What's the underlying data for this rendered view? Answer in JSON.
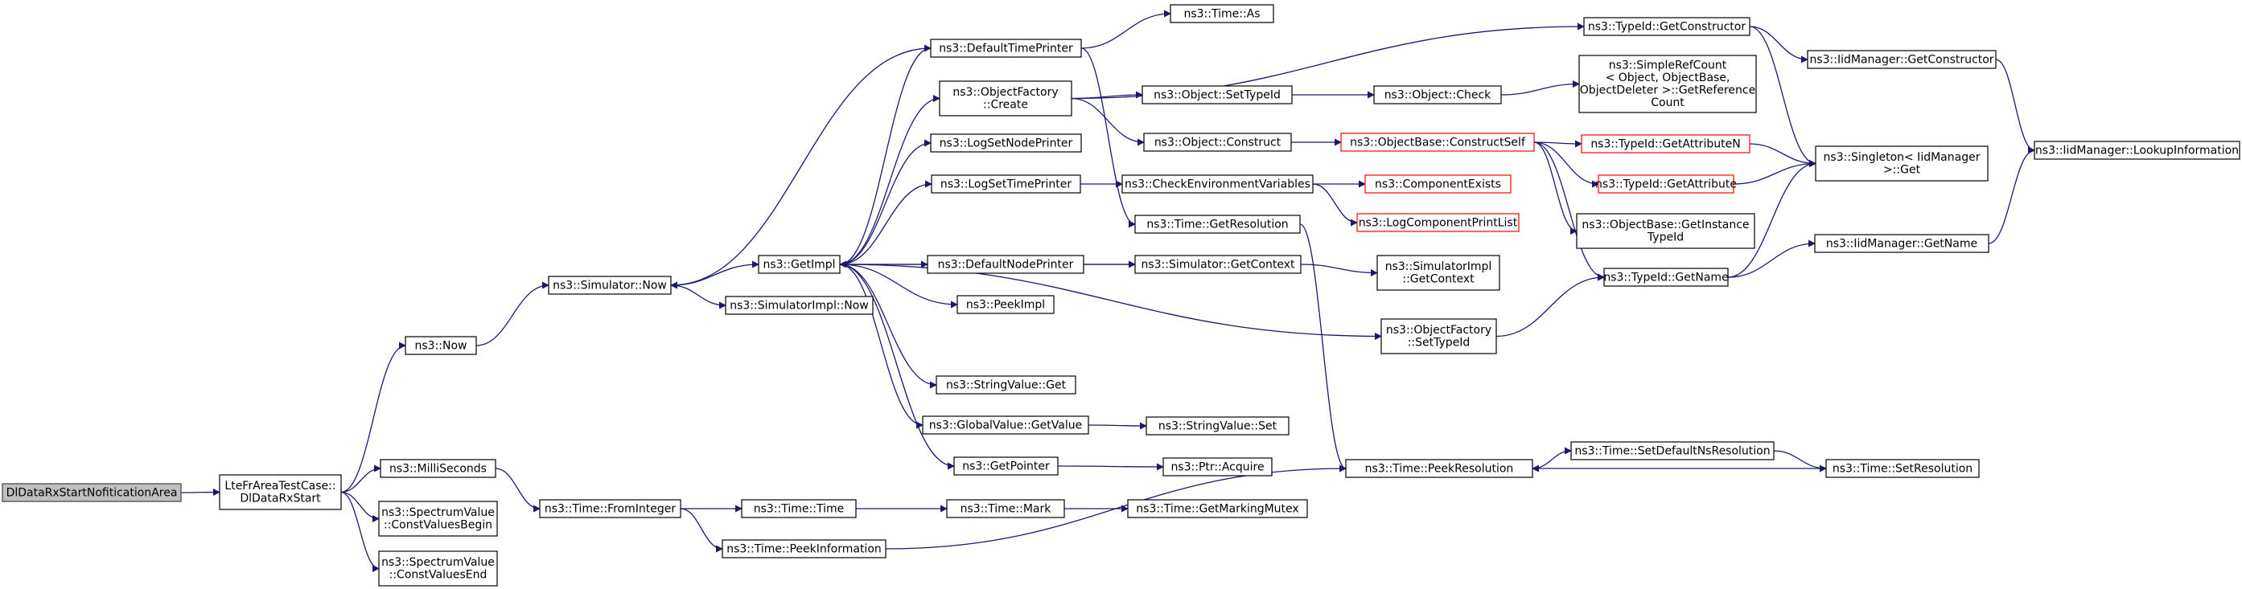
{
  "colors": {
    "edge": "#191970",
    "root_fill": "#bfbfbf",
    "red_border": "#ff0000"
  },
  "nodes": [
    {
      "id": "root",
      "lines": [
        "DlDataRxStartNofiticationArea"
      ]
    },
    {
      "id": "ltefr",
      "lines": [
        "LteFrAreaTestCase::",
        "DlDataRxStart"
      ]
    },
    {
      "id": "now",
      "lines": [
        "ns3::Now"
      ]
    },
    {
      "id": "millis",
      "lines": [
        "ns3::MilliSeconds"
      ]
    },
    {
      "id": "cvbegin",
      "lines": [
        "ns3::SpectrumValue",
        "::ConstValuesBegin"
      ]
    },
    {
      "id": "cvend",
      "lines": [
        "ns3::SpectrumValue",
        "::ConstValuesEnd"
      ]
    },
    {
      "id": "simnow",
      "lines": [
        "ns3::Simulator::Now"
      ]
    },
    {
      "id": "fromint",
      "lines": [
        "ns3::Time::FromInteger"
      ]
    },
    {
      "id": "getimpl",
      "lines": [
        "ns3::GetImpl"
      ]
    },
    {
      "id": "simimplnow",
      "lines": [
        "ns3::SimulatorImpl::Now"
      ]
    },
    {
      "id": "timetime",
      "lines": [
        "ns3::Time::Time"
      ]
    },
    {
      "id": "peekinfo",
      "lines": [
        "ns3::Time::PeekInformation"
      ]
    },
    {
      "id": "deftimeprinter",
      "lines": [
        "ns3::DefaultTimePrinter"
      ]
    },
    {
      "id": "objfactcreate",
      "lines": [
        "ns3::ObjectFactory",
        "::Create"
      ]
    },
    {
      "id": "logsetnode",
      "lines": [
        "ns3::LogSetNodePrinter"
      ]
    },
    {
      "id": "logsettime",
      "lines": [
        "ns3::LogSetTimePrinter"
      ]
    },
    {
      "id": "defnodeprinter",
      "lines": [
        "ns3::DefaultNodePrinter"
      ]
    },
    {
      "id": "peekimpl",
      "lines": [
        "ns3::PeekImpl"
      ]
    },
    {
      "id": "strvalget",
      "lines": [
        "ns3::StringValue::Get"
      ]
    },
    {
      "id": "globalget",
      "lines": [
        "ns3::GlobalValue::GetValue"
      ]
    },
    {
      "id": "getpointer",
      "lines": [
        "ns3::GetPointer"
      ]
    },
    {
      "id": "timemark",
      "lines": [
        "ns3::Time::Mark"
      ]
    },
    {
      "id": "timeas",
      "lines": [
        "ns3::Time::As"
      ]
    },
    {
      "id": "objsettypeid",
      "lines": [
        "ns3::Object::SetTypeId"
      ]
    },
    {
      "id": "objconstruct",
      "lines": [
        "ns3::Object::Construct"
      ]
    },
    {
      "id": "checkenv",
      "lines": [
        "ns3::CheckEnvironmentVariables"
      ]
    },
    {
      "id": "timegetres",
      "lines": [
        "ns3::Time::GetResolution"
      ]
    },
    {
      "id": "simgetctx",
      "lines": [
        "ns3::Simulator::GetContext"
      ]
    },
    {
      "id": "strvalset",
      "lines": [
        "ns3::StringValue::Set"
      ]
    },
    {
      "id": "ptracquire",
      "lines": [
        "ns3::Ptr::Acquire"
      ]
    },
    {
      "id": "getmarkmutex",
      "lines": [
        "ns3::Time::GetMarkingMutex"
      ]
    },
    {
      "id": "objcheck",
      "lines": [
        "ns3::Object::Check"
      ]
    },
    {
      "id": "objbasecs",
      "lines": [
        "ns3::ObjectBase::ConstructSelf"
      ],
      "red": true
    },
    {
      "id": "compexists",
      "lines": [
        "ns3::ComponentExists"
      ],
      "red": true
    },
    {
      "id": "logcomplist",
      "lines": [
        "ns3::LogComponentPrintList"
      ],
      "red": true
    },
    {
      "id": "simimplctx",
      "lines": [
        "ns3::SimulatorImpl",
        "::GetContext"
      ]
    },
    {
      "id": "objfactsettid",
      "lines": [
        "ns3::ObjectFactory",
        "::SetTypeId"
      ]
    },
    {
      "id": "peekres",
      "lines": [
        "ns3::Time::PeekResolution"
      ]
    },
    {
      "id": "typeidgetctor",
      "lines": [
        "ns3::TypeId::GetConstructor"
      ]
    },
    {
      "id": "simplerefcount",
      "lines": [
        "ns3::SimpleRefCount",
        "< Object, ObjectBase,",
        "ObjectDeleter >::GetReference",
        "Count"
      ]
    },
    {
      "id": "typeidgetattrn",
      "lines": [
        "ns3::TypeId::GetAttributeN"
      ],
      "red": true
    },
    {
      "id": "typeidgetattr",
      "lines": [
        "ns3::TypeId::GetAttribute"
      ],
      "red": true
    },
    {
      "id": "objbasegetinst",
      "lines": [
        "ns3::ObjectBase::GetInstance",
        "TypeId"
      ]
    },
    {
      "id": "typeidgetname",
      "lines": [
        "ns3::TypeId::GetName"
      ]
    },
    {
      "id": "setdefnsres",
      "lines": [
        "ns3::Time::SetDefaultNsResolution"
      ]
    },
    {
      "id": "setres",
      "lines": [
        "ns3::Time::SetResolution"
      ]
    },
    {
      "id": "iidgetctor",
      "lines": [
        "ns3::IidManager::GetConstructor"
      ]
    },
    {
      "id": "singletonget",
      "lines": [
        "ns3::Singleton< IidManager",
        ">::Get"
      ]
    },
    {
      "id": "iidgetname",
      "lines": [
        "ns3::IidManager::GetName"
      ]
    },
    {
      "id": "iidlookup",
      "lines": [
        "ns3::IidManager::LookupInformation"
      ]
    }
  ]
}
